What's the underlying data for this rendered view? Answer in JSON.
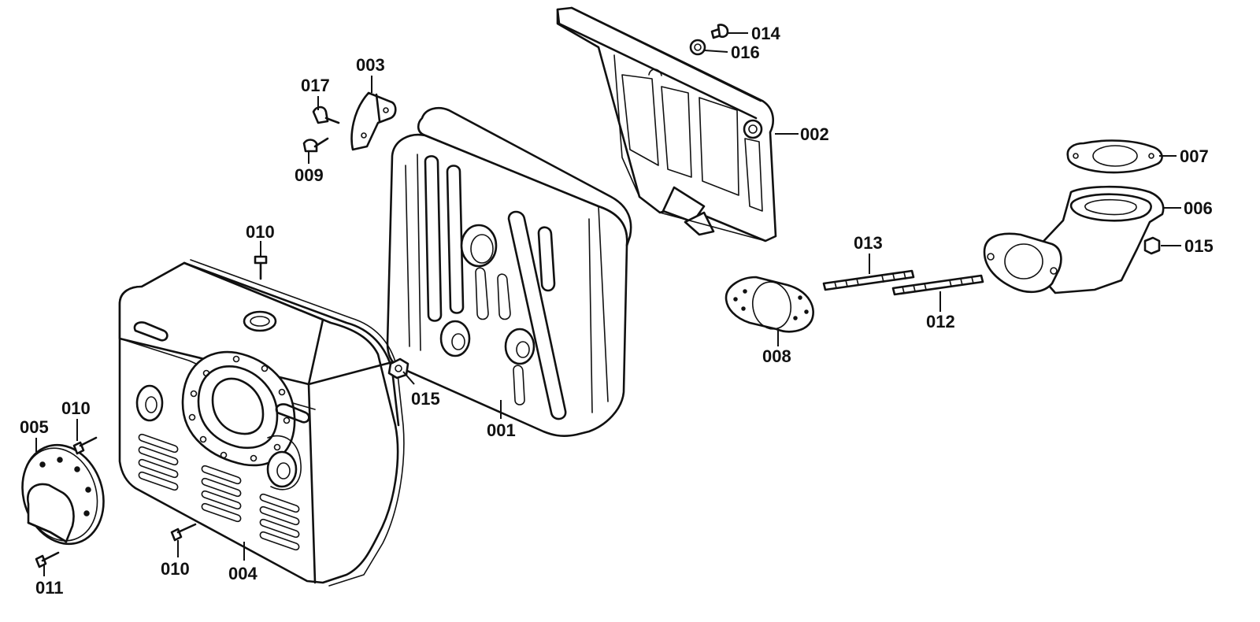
{
  "labels": {
    "p001": "001",
    "p002": "002",
    "p003": "003",
    "p004": "004",
    "p005": "005",
    "p006": "006",
    "p007": "007",
    "p008": "008",
    "p009": "009",
    "p010a": "010",
    "p010b": "010",
    "p010c": "010",
    "p011": "011",
    "p012": "012",
    "p013": "013",
    "p014": "014",
    "p015a": "015",
    "p015b": "015",
    "p016": "016",
    "p017": "017"
  }
}
